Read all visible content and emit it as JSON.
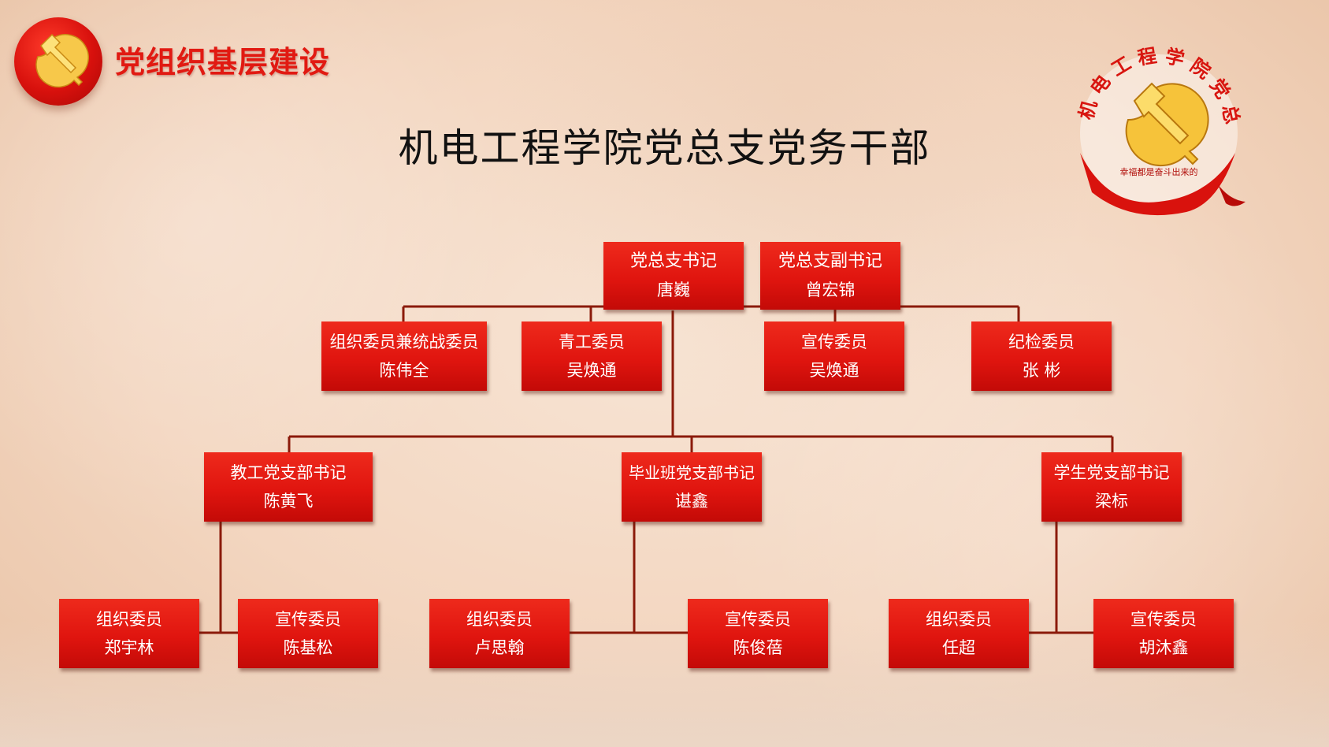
{
  "header": {
    "title": "党组织基层建设"
  },
  "main_title": "机电工程学院党总支党务干部",
  "emblem": {
    "ring_text": "机电工程学院党总支",
    "motto": "幸福都是奋斗出来的",
    "icon": "hammer-sickle-icon"
  },
  "org": {
    "secretary": {
      "role": "党总支书记",
      "name": "唐巍"
    },
    "deputy": {
      "role": "党总支副书记",
      "name": "曾宏锦"
    },
    "committee": [
      {
        "role": "组织委员兼统战委员",
        "name": "陈伟全"
      },
      {
        "role": "青工委员",
        "name": "吴焕通"
      },
      {
        "role": "宣传委员",
        "name": "吴焕通"
      },
      {
        "role": "纪检委员",
        "name": "张 彬"
      }
    ],
    "branches": [
      {
        "role": "教工党支部书记",
        "name": "陈黄飞"
      },
      {
        "role": "毕业班党支部书记",
        "name": "谌鑫"
      },
      {
        "role": "学生党支部书记",
        "name": "梁标"
      }
    ],
    "members": [
      {
        "role": "组织委员",
        "name": "郑宇林"
      },
      {
        "role": "宣传委员",
        "name": "陈基松"
      },
      {
        "role": "组织委员",
        "name": "卢思翰"
      },
      {
        "role": "宣传委员",
        "name": "陈俊蓓"
      },
      {
        "role": "组织委员",
        "name": "任超"
      },
      {
        "role": "宣传委员",
        "name": "胡沐鑫"
      }
    ]
  },
  "colors": {
    "box_red": "#e0150f",
    "line_brown": "#8b1a0a",
    "title_red": "#e11a12",
    "gold": "#f5c518"
  }
}
